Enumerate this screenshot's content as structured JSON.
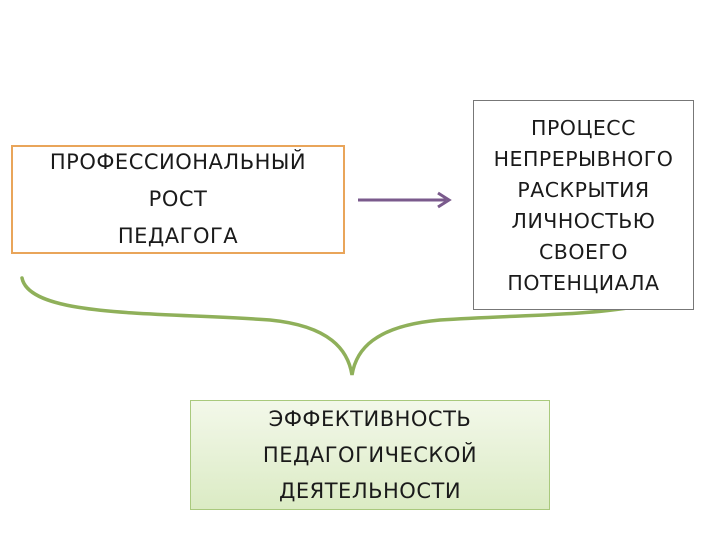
{
  "diagram": {
    "box_growth": {
      "lines": [
        "ПРОФЕССИОНАЛЬНЫЙ",
        "РОСТ",
        "ПЕДАГОГА"
      ]
    },
    "box_process": {
      "lines": [
        "ПРОЦЕСС",
        "НЕПРЕРЫВНОГО",
        "РАСКРЫТИЯ",
        "ЛИЧНОСТЬЮ",
        "СВОЕГО",
        "ПОТЕНЦИАЛА"
      ]
    },
    "box_effect": {
      "lines": [
        "ЭФФЕКТИВНОСТЬ",
        "ПЕДАГОГИЧЕСКОЙ",
        "ДЕЯТЕЛЬНОСТИ"
      ]
    },
    "colors": {
      "growth_border": "#e9a55a",
      "arrow": "#7a5a8c",
      "brace": "#8fb05a",
      "effect_border": "#a9c97d",
      "effect_fill": "#dbebc4",
      "process_border": "#777777"
    }
  }
}
